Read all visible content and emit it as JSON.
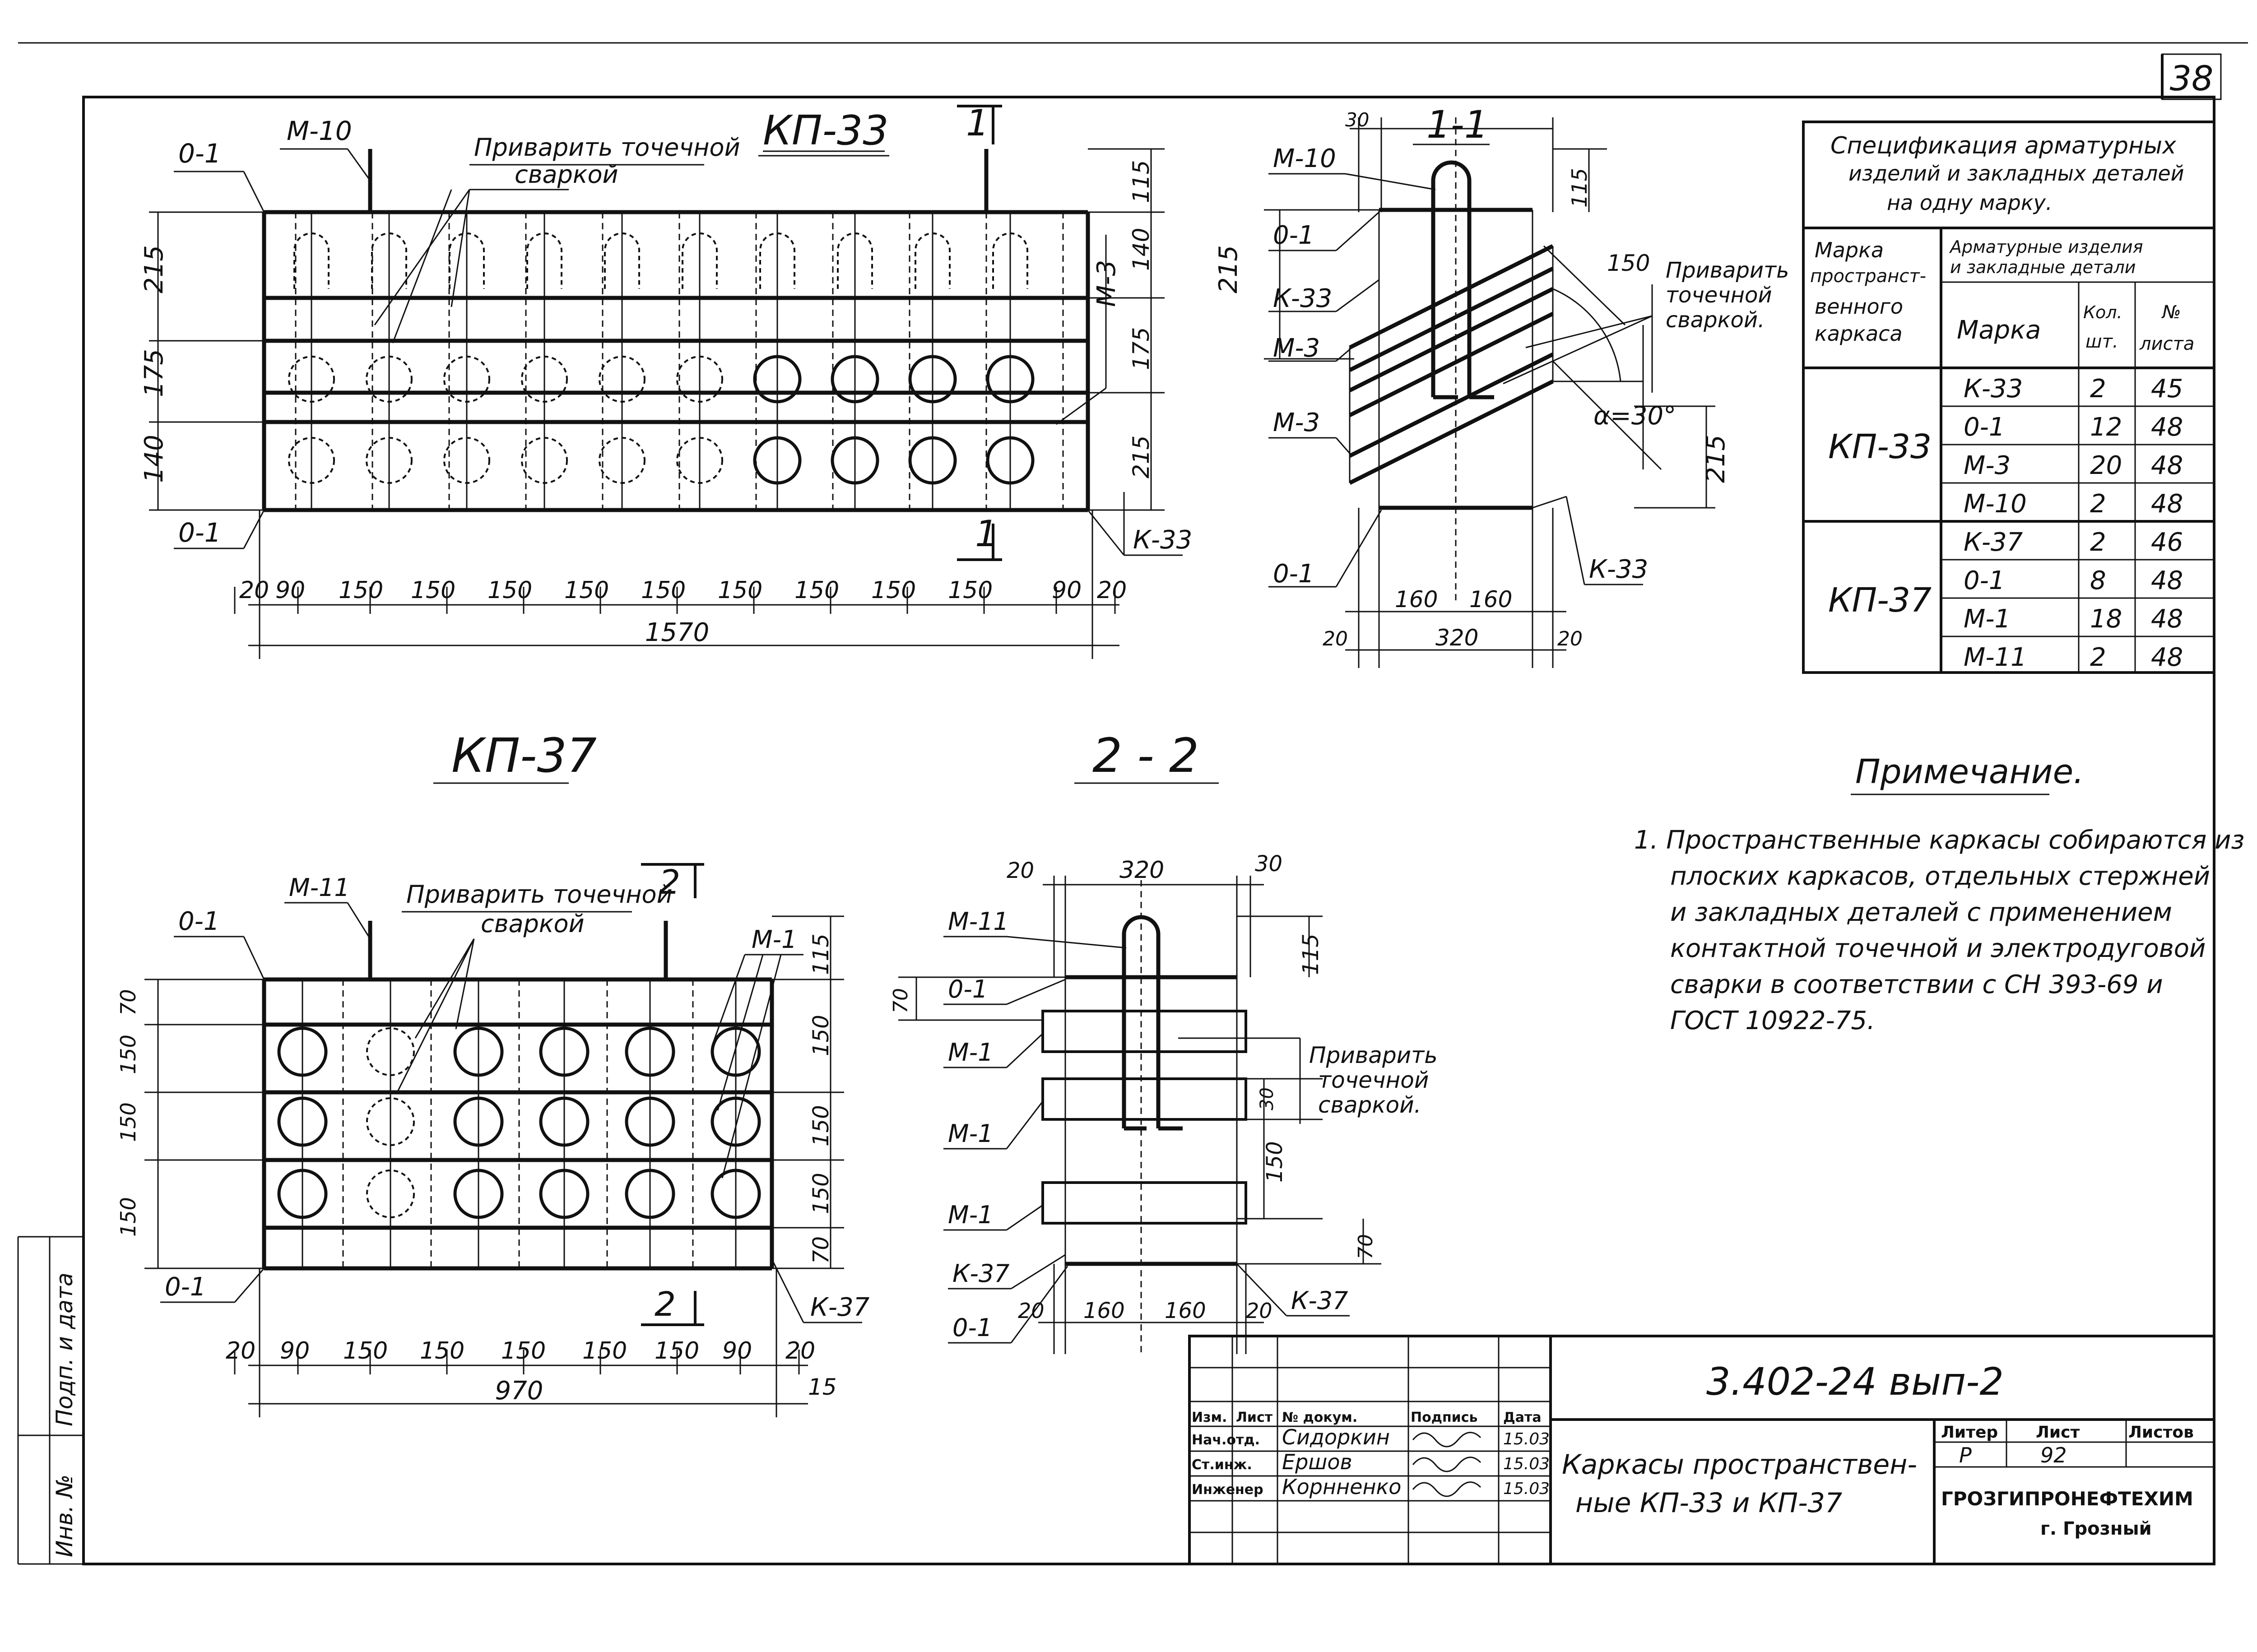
{
  "page_number": "38",
  "kp33": {
    "title": "КП-33",
    "section_mark": "1",
    "labels": {
      "o1_top": "0-1",
      "o1_bottom": "0-1",
      "m10": "М-10",
      "m3": "М-3",
      "k33": "К-33"
    },
    "weld_note": [
      "Приварить точечной",
      "сваркой"
    ],
    "dims_h": [
      "20",
      "90",
      "150",
      "150",
      "150",
      "150",
      "150",
      "150",
      "150",
      "150",
      "150",
      "90",
      "20"
    ],
    "dim_total": "1570",
    "dims_left": [
      "215",
      "175",
      "140"
    ],
    "dims_right": [
      "115",
      "140",
      "175",
      "215"
    ]
  },
  "sec11": {
    "title": "1-1",
    "labels": {
      "m10": "М-10",
      "o1a": "0-1",
      "k33a": "К-33",
      "m3a": "М-3",
      "m3b": "М-3",
      "o1b": "0-1",
      "k33b": "К-33"
    },
    "weld_note": [
      "Приварить",
      "точечной",
      "сваркой."
    ],
    "angle": "α=30°",
    "dims": {
      "d30": "30",
      "d115": "115",
      "d215l": "215",
      "d150": "150",
      "d215r": "215",
      "d160a": "160",
      "d160b": "160",
      "d20a": "20",
      "d320": "320",
      "d20b": "20"
    }
  },
  "spec": {
    "title": [
      "Спецификация арматурных",
      "изделий и закладных деталей",
      "на одну марку."
    ],
    "col_frame": [
      "Марка",
      "пространст-",
      "венного",
      "каркаса"
    ],
    "col_group": [
      "Арматурные изделия",
      "и закладные детали"
    ],
    "col_mark": "Марка",
    "col_qty": [
      "Кол.",
      "шт."
    ],
    "col_sheet": [
      "№",
      "листа"
    ],
    "groups": [
      {
        "frame": "КП-33",
        "rows": [
          [
            "К-33",
            "2",
            "45"
          ],
          [
            "0-1",
            "12",
            "48"
          ],
          [
            "М-3",
            "20",
            "48"
          ],
          [
            "М-10",
            "2",
            "48"
          ]
        ]
      },
      {
        "frame": "КП-37",
        "rows": [
          [
            "К-37",
            "2",
            "46"
          ],
          [
            "0-1",
            "8",
            "48"
          ],
          [
            "М-1",
            "18",
            "48"
          ],
          [
            "М-11",
            "2",
            "48"
          ]
        ]
      }
    ]
  },
  "note": {
    "title": "Примечание.",
    "lines": [
      "1. Пространственные каркасы собираются из",
      "плоских каркасов, отдельных стержней",
      "и закладных деталей с применением",
      "контактной точечной и электродуговой",
      "сварки в соответствии с СН 393-69 и",
      "ГОСТ 10922-75."
    ]
  },
  "kp37": {
    "title": "КП-37",
    "section_mark": "2",
    "labels": {
      "m11": "М-11",
      "o1_top": "0-1",
      "m1": "М-1",
      "o1_bottom": "0-1",
      "k37": "К-37"
    },
    "weld_note": [
      "Приварить точечной",
      "сваркой"
    ],
    "dims_h": [
      "20",
      "90",
      "150",
      "150",
      "150",
      "150",
      "150",
      "90",
      "20"
    ],
    "dim_total": "970",
    "dim_extra": "15",
    "dims_left": [
      "70",
      "150",
      "150",
      "150"
    ],
    "dims_right": [
      "115",
      "150",
      "150",
      "150",
      "70"
    ]
  },
  "sec22": {
    "title": "2 - 2",
    "labels": {
      "m11": "М-11",
      "o1a": "0-1",
      "m1a": "М-1",
      "m1b": "М-1",
      "m1c": "М-1",
      "k37a": "К-37",
      "o1b": "0-1",
      "k37b": "К-37"
    },
    "weld_note": [
      "Приварить",
      "точечной",
      "сваркой."
    ],
    "dims": {
      "d20": "20",
      "d320": "320",
      "d30": "30",
      "d115": "115",
      "d70": "70",
      "d30b": "30",
      "d150": "150",
      "d70b": "70",
      "d20b": "20",
      "d160a": "160",
      "d160b": "160",
      "d20c": "20"
    }
  },
  "title_block": {
    "doc_code": "3.402-24 вып-2",
    "head_cols": [
      "Изм.",
      "Лист",
      "№ докум.",
      "Подпись",
      "Дата"
    ],
    "staff": [
      {
        "role": "Нач.отд.",
        "name": "Сидоркин",
        "date": "15.03"
      },
      {
        "role": "Ст.инж.",
        "name": "Ершов",
        "date": "15.03"
      },
      {
        "role": "Инженер",
        "name": "Корнненко",
        "date": "15.03"
      }
    ],
    "name": [
      "Каркасы пространствен-",
      "ные КП-33 и КП-37"
    ],
    "lit_label": "Литер",
    "lit": "Р",
    "sheet_label": "Лист",
    "sheet": "92",
    "sheets_label": "Листов",
    "org": [
      "ГРОЗГИПРОНЕФТЕХИМ",
      "г. Грозный"
    ]
  },
  "side_stamp": {
    "sign": "Подп. и дата",
    "inv": "Инв. №"
  }
}
